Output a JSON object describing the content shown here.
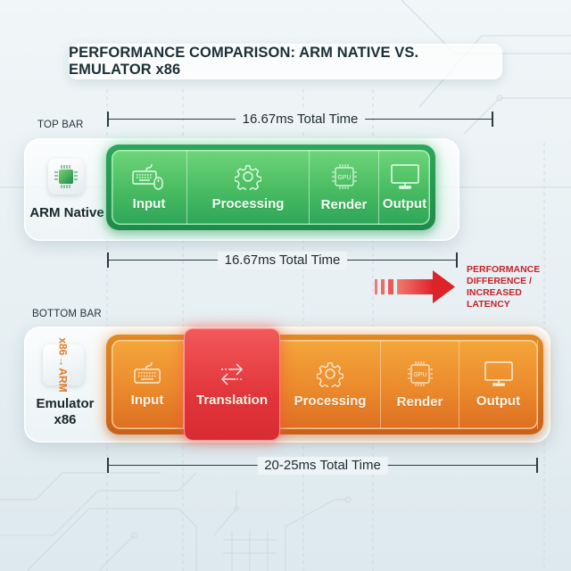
{
  "title": "PERFORMANCE COMPARISON: ARM NATIVE VS. EMULATOR x86",
  "top_section": {
    "label": "TOP BAR",
    "dimension_top": "16.67ms Total Time",
    "dimension_bottom": "16.67ms Total Time",
    "platform": {
      "name": "ARM Native",
      "icon": "cpu-chip-icon",
      "chip_text": ""
    },
    "color": "#3cb35f",
    "stages": [
      {
        "label": "Input",
        "icon": "keyboard-mouse-icon"
      },
      {
        "label": "Processing",
        "icon": "gear-icon"
      },
      {
        "label": "Render",
        "icon": "gpu-icon",
        "icon_text": "GPU"
      },
      {
        "label": "Output",
        "icon": "monitor-icon"
      }
    ]
  },
  "performance_note": {
    "lines": [
      "PERFORMANCE",
      "DIFFERENCE /",
      "INCREASED",
      "LATENCY"
    ],
    "color": "#c8222a"
  },
  "bottom_section": {
    "label": "BOTTOM BAR",
    "dimension": "20-25ms Total Time",
    "platform": {
      "name_line1": "Emulator",
      "name_line2": "x86",
      "icon": "x86-to-arm-icon",
      "chip_top": "x86",
      "chip_arrow": "→",
      "chip_bottom": "ARM"
    },
    "color": "#eb8a2c",
    "highlight_color": "#e2353b",
    "stages": [
      {
        "label": "Input",
        "icon": "keyboard-icon"
      },
      {
        "label": "Translation",
        "icon": "swap-arrows-icon"
      },
      {
        "label": "Processing",
        "icon": "gear-icon"
      },
      {
        "label": "Render",
        "icon": "gpu-icon",
        "icon_text": "GPU"
      },
      {
        "label": "Output",
        "icon": "monitor-icon"
      }
    ]
  }
}
